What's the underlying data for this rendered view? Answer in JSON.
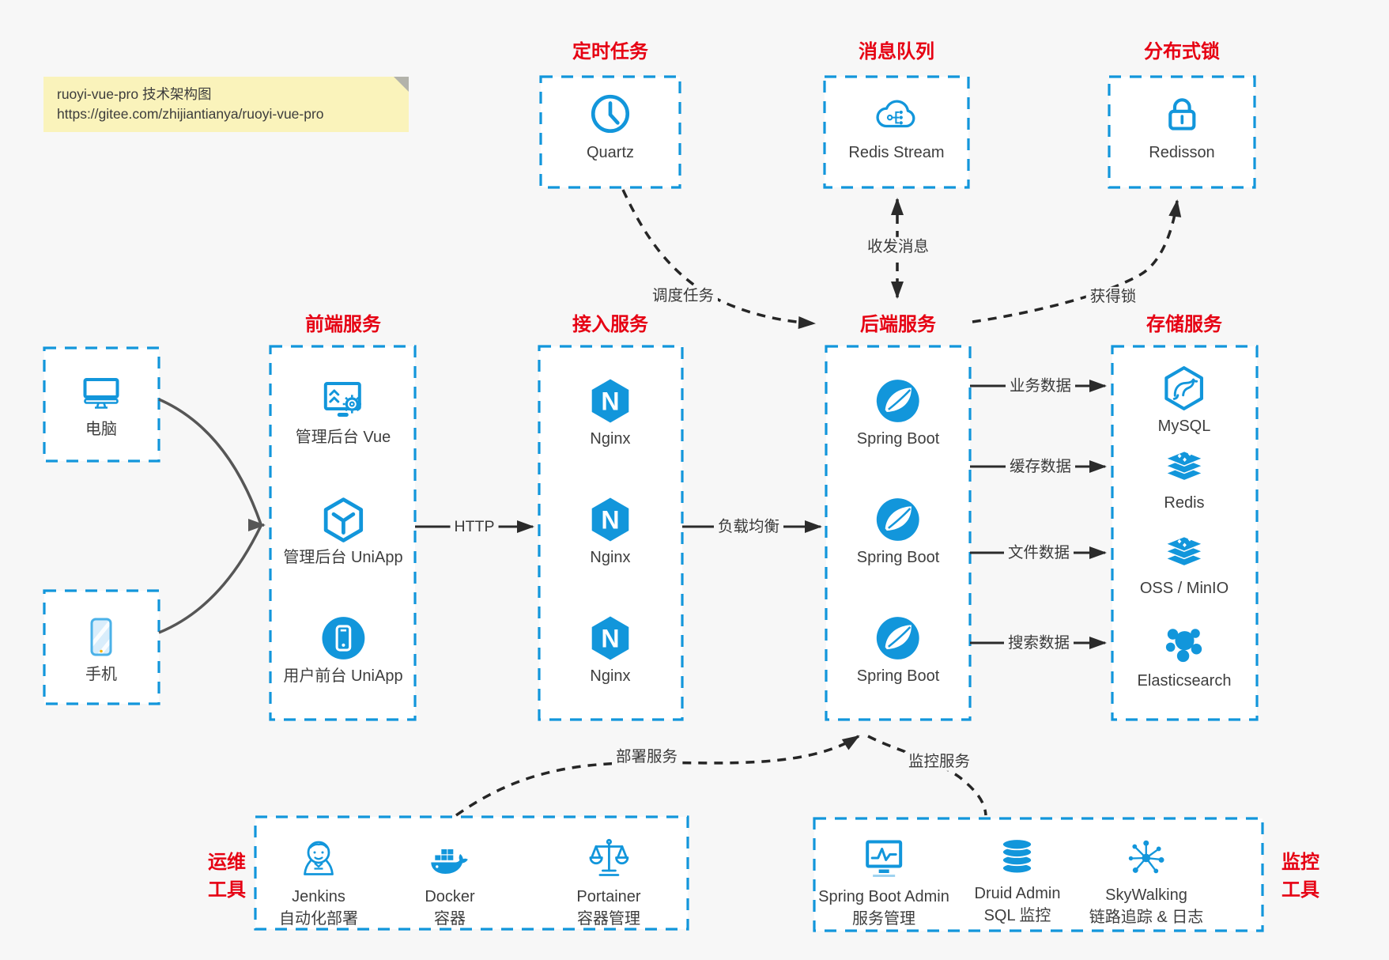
{
  "note": {
    "line1": "ruoyi-vue-pro 技术架构图",
    "line2": "https://gitee.com/zhijiantianya/ruoyi-vue-pro"
  },
  "top_groups": [
    {
      "title": "定时任务",
      "item": "Quartz"
    },
    {
      "title": "消息队列",
      "item": "Redis Stream"
    },
    {
      "title": "分布式锁",
      "item": "Redisson"
    }
  ],
  "clients": [
    {
      "label": "电脑"
    },
    {
      "label": "手机"
    }
  ],
  "columns": [
    {
      "title": "前端服务",
      "items": [
        "管理后台 Vue",
        "管理后台 UniApp",
        "用户前台 UniApp"
      ]
    },
    {
      "title": "接入服务",
      "items": [
        "Nginx",
        "Nginx",
        "Nginx"
      ]
    },
    {
      "title": "后端服务",
      "items": [
        "Spring Boot",
        "Spring Boot",
        "Spring Boot"
      ]
    },
    {
      "title": "存储服务",
      "items": [
        "MySQL",
        "Redis",
        "OSS / MinIO",
        "Elasticsearch"
      ]
    }
  ],
  "edges": {
    "http": "HTTP",
    "load_balance": "负载均衡",
    "schedule": "调度任务",
    "messages": "收发消息",
    "lock": "获得锁",
    "business": "业务数据",
    "cache": "缓存数据",
    "file": "文件数据",
    "search": "搜索数据",
    "deploy": "部署服务",
    "monitor": "监控服务"
  },
  "ops": {
    "label_line1": "运维",
    "label_line2": "工具",
    "items": [
      {
        "name": "Jenkins",
        "desc": "自动化部署"
      },
      {
        "name": "Docker",
        "desc": "容器"
      },
      {
        "name": "Portainer",
        "desc": "容器管理"
      }
    ]
  },
  "monitoring": {
    "label_line1": "监控",
    "label_line2": "工具",
    "items": [
      {
        "name": "Spring Boot Admin",
        "desc": "服务管理"
      },
      {
        "name": "Druid Admin",
        "desc": "SQL 监控"
      },
      {
        "name": "SkyWalking",
        "desc": "链路追踪 & 日志"
      }
    ]
  },
  "colors": {
    "accent_blue": "#1296db",
    "title_red": "#e60113",
    "note_bg": "#faf3bb",
    "arrow_dark": "#2b2b2b",
    "arrow_gray": "#565656",
    "page_bg": "#f7f7f7"
  }
}
